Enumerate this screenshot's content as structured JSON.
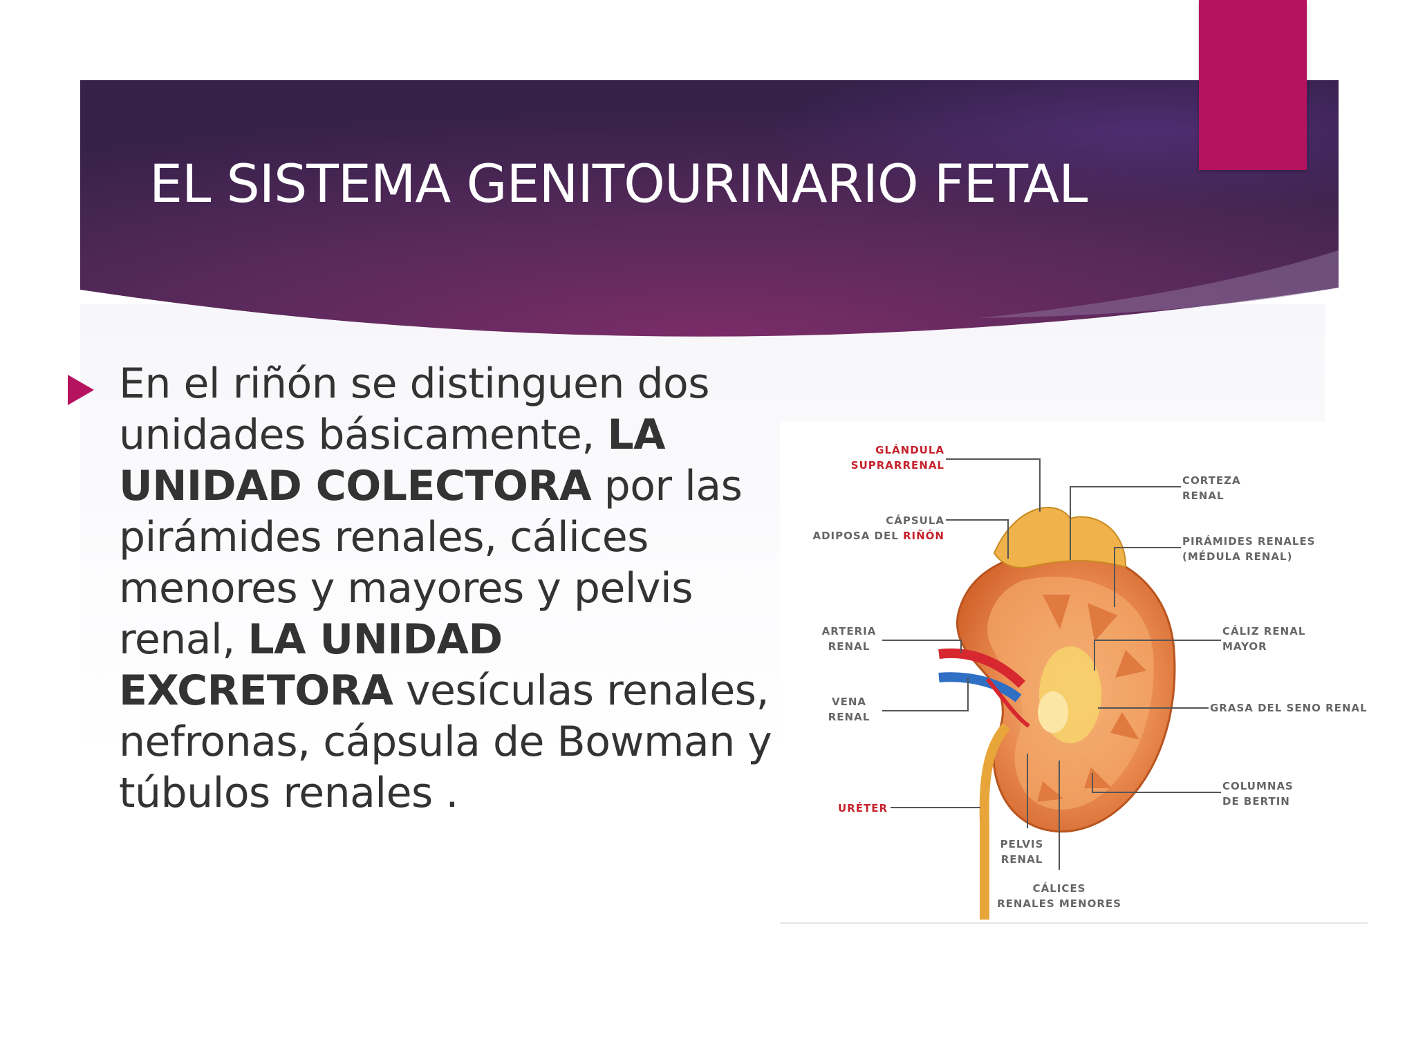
{
  "slide": {
    "title": "EL SISTEMA GENITOURINARIO FETAL",
    "colors": {
      "banner_dark": "#3a1f4d",
      "banner_mid": "#6b2a63",
      "accent": "#b5135f",
      "text": "#333333"
    }
  },
  "bullet": {
    "icon": "triangle-bullet-icon",
    "parts": [
      {
        "text": "En el riñón se distinguen dos unidades básicamente, ",
        "bold": false
      },
      {
        "text": "LA UNIDAD COLECTORA",
        "bold": true
      },
      {
        "text": " por las pirámides renales, cálices menores y mayores y pelvis renal, ",
        "bold": false
      },
      {
        "text": "LA UNIDAD EXCRETORA",
        "bold": true
      },
      {
        "text": "  vesículas renales, nefronas, cápsula de Bowman y túbulos renales .",
        "bold": false
      }
    ]
  },
  "figure": {
    "labels": {
      "glandula_1": "GLÁNDULA",
      "glandula_2": "SUPRARRENAL",
      "capsula_1": "CÁPSULA",
      "capsula_2a": "ADIPOSA DEL ",
      "capsula_2b": "RIÑÓN",
      "arteria_1": "ARTERIA",
      "arteria_2": "RENAL",
      "vena_1": "VENA",
      "vena_2": "RENAL",
      "ureter": "URÉTER",
      "corteza_1": "CORTEZA",
      "corteza_2": "RENAL",
      "piramides_1": "PIRÁMIDES RENALES",
      "piramides_2": "(MÉDULA RENAL)",
      "caliz_1": "CÁLIZ RENAL",
      "caliz_2": "MAYOR",
      "grasa": "GRASA DEL SENO RENAL",
      "columnas_1": "COLUMNAS",
      "columnas_2": "DE BERTIN",
      "pelvis_1": "PELVIS",
      "pelvis_2": "RENAL",
      "calices_1": "CÁLICES",
      "calices_2": "RENALES MENORES"
    }
  }
}
